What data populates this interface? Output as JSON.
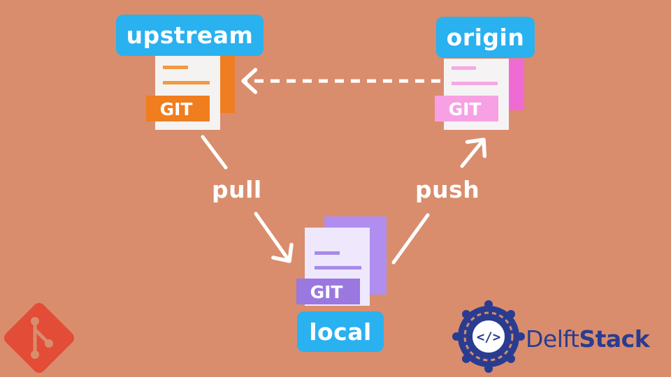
{
  "nodes": {
    "upstream": {
      "label": "upstream",
      "file_text": "GIT",
      "color": "#f08a2a"
    },
    "origin": {
      "label": "origin",
      "file_text": "GIT",
      "color": "#f58fd9"
    },
    "local": {
      "label": "local",
      "file_text": "GIT",
      "color": "#a88ae8"
    }
  },
  "edges": {
    "pull": "pull",
    "push": "push"
  },
  "brand": {
    "name_part1": "Delft",
    "name_part2": "Stack",
    "color": "#2a3c8f"
  },
  "colors": {
    "background": "#d98d6d",
    "label_pill": "#29b1f0",
    "arrow": "#ffffff",
    "git_logo": "#e34c36"
  }
}
